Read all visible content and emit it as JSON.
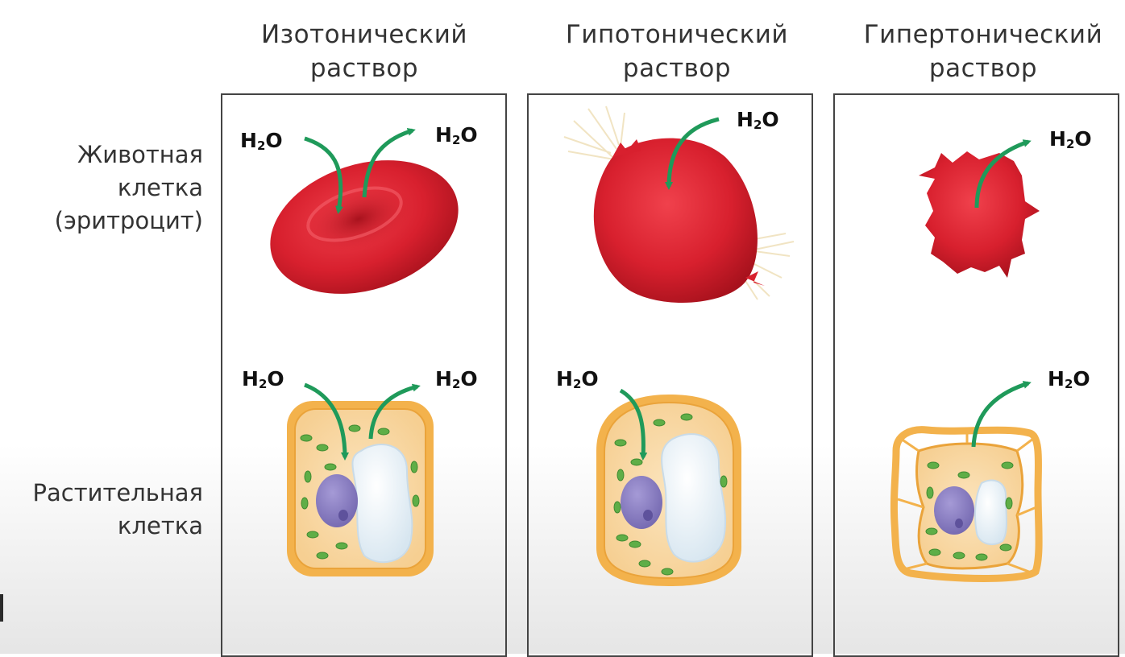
{
  "columns": [
    {
      "line1": "Изотонический",
      "line2": "раствор"
    },
    {
      "line1": "Гипотонический",
      "line2": "раствор"
    },
    {
      "line1": "Гипертонический",
      "line2": "раствор"
    }
  ],
  "rows": {
    "animal": {
      "line1": "Животная",
      "line2": "клетка",
      "line3": "(эритроцит)"
    },
    "plant": {
      "line1": "Растительная",
      "line2": "клетка"
    }
  },
  "water_label": {
    "main": "H",
    "sub": "2",
    "tail": "O"
  },
  "colors": {
    "rbc": "#d8202e",
    "rbc_dark": "#a8121d",
    "arrow": "#1f9a5a",
    "cell_wall": "#f0b24a",
    "cytoplasm": "#f9dcae",
    "nucleus": "#8f84c6",
    "vacuole": "#e6f0f7",
    "chloroplast": "#5fae47",
    "burst": "#f2e7c8"
  }
}
